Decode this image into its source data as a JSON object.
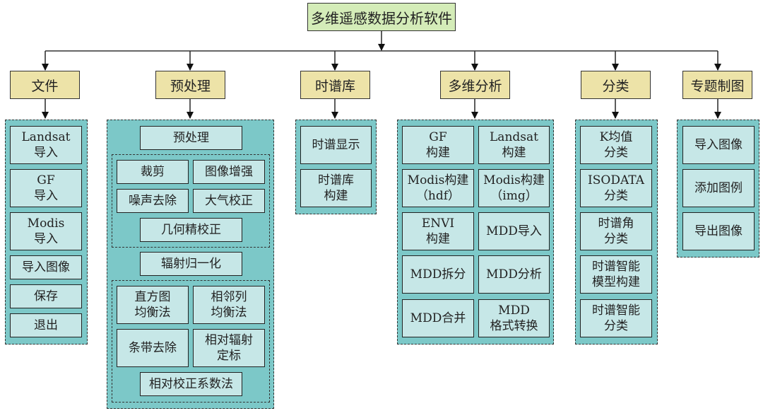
{
  "root": {
    "label": "多维遥感数据分析软件"
  },
  "categories": [
    {
      "label": "文件"
    },
    {
      "label": "预处理"
    },
    {
      "label": "时谱库"
    },
    {
      "label": "多维分析"
    },
    {
      "label": "分类"
    },
    {
      "label": "专题制图"
    }
  ],
  "file": {
    "items": [
      "Landsat\n导入",
      "GF\n导入",
      "Modis\n导入",
      "导入图像",
      "保存",
      "退出"
    ]
  },
  "preprocess": {
    "top": "预处理",
    "group1": [
      "裁剪",
      "图像增强",
      "噪声去除",
      "大气校正"
    ],
    "group1_wide": "几何精校正",
    "middle": "辐射归一化",
    "group2": [
      "直方图\n均衡法",
      "相邻列\n均衡法",
      "条带去除",
      "相对辐射\n定标"
    ],
    "group2_wide": "相对校正系数法"
  },
  "spectral_library": {
    "items": [
      "时谱显示",
      "时谱库\n构建"
    ]
  },
  "multidim": {
    "items": [
      "GF\n构建",
      "Landsat\n构建",
      "Modis构建\n（hdf）",
      "Modis构建\n（img）",
      "ENVI\n构建",
      "MDD导入",
      "MDD拆分",
      "MDD分析",
      "MDD合并",
      "MDD\n格式转换"
    ]
  },
  "classification": {
    "items": [
      "K均值\n分类",
      "ISODATA\n分类",
      "时谱角\n分类",
      "时谱智能\n模型构建",
      "时谱智能\n分类"
    ]
  },
  "mapping": {
    "items": [
      "导入图像",
      "添加图例",
      "导出图像"
    ]
  }
}
